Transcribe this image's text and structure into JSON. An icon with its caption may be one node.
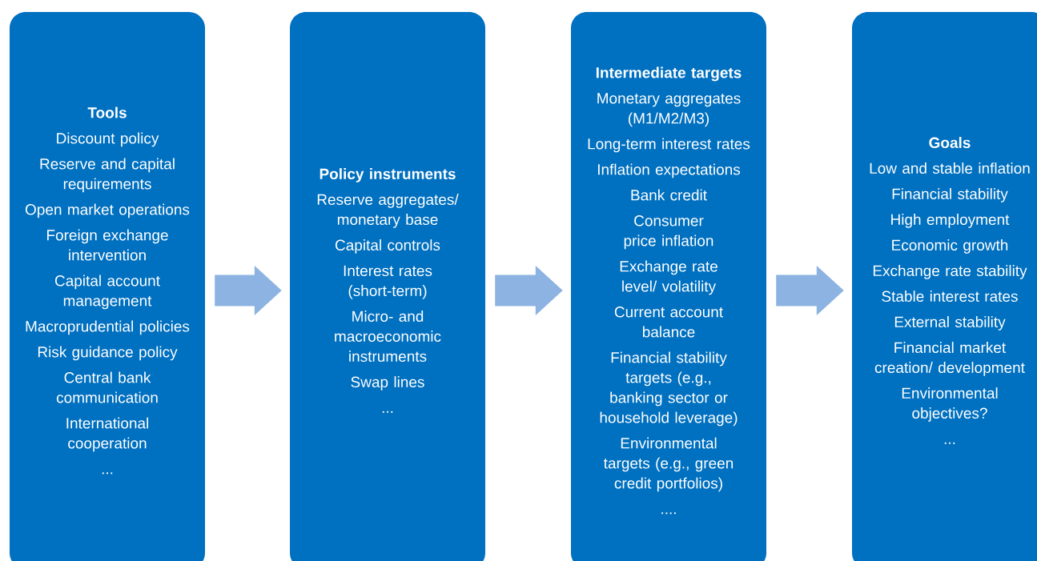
{
  "diagram": {
    "nodes": [
      {
        "text": [
          "Tools",
          "Discount policy",
          "Reserve and capital requirements",
          "Open market operations",
          "Foreign exchange intervention",
          "Capital account management",
          "Macroprudential policies",
          "Risk guidance policy",
          "Central bank communication",
          "International cooperation",
          "..."
        ]
      },
      {
        "text": [
          "Policy instruments",
          "Reserve aggregates/ monetary base",
          "Capital controls",
          "Interest rates (short-term)",
          "Micro- and macroeconomic instruments",
          "Swap lines",
          "..."
        ]
      },
      {
        "text": [
          "Intermediate targets",
          "Monetary aggregates (M1/M2/M3)",
          "Long-term interest rates",
          "Inflation expectations",
          "Bank credit",
          "Consumer price inflation",
          "Exchange rate level/ volatility",
          "Current account balance",
          "Financial stability targets (e.g., banking sector or household leverage)",
          "Environmental targets (e.g., green credit portfolios)",
          "...."
        ]
      },
      {
        "text": [
          "Goals",
          "Low and stable inflation",
          "Financial stability",
          "High employment",
          "Economic growth",
          "Exchange rate stability",
          "Stable interest rates",
          "External stability",
          "Financial market creation/ development",
          "Environmental objectives?",
          "..."
        ]
      }
    ],
    "edges": [
      {
        "from": 0,
        "to": 1,
        "arrow": "to"
      },
      {
        "from": 1,
        "to": 2,
        "arrow": "to"
      },
      {
        "from": 2,
        "to": 3,
        "arrow": "to"
      }
    ]
  }
}
